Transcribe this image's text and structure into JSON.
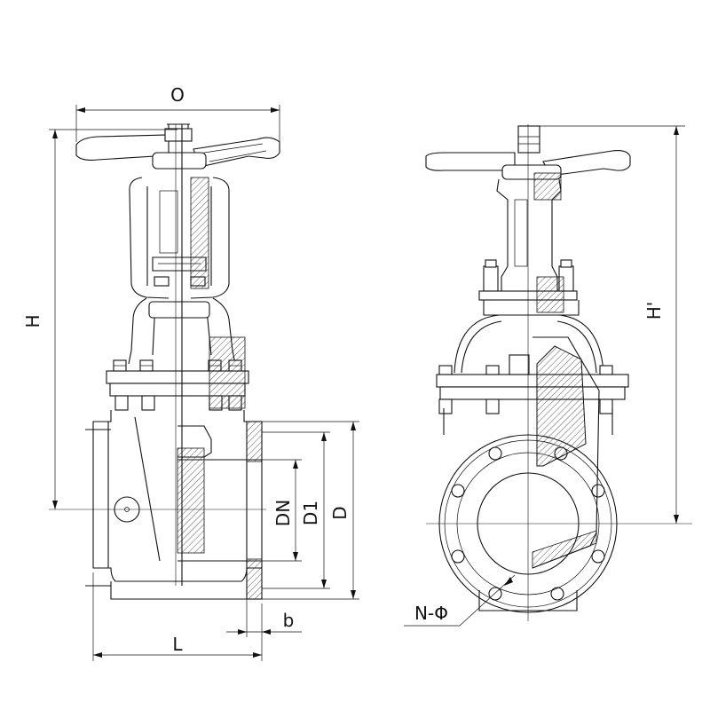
{
  "diagram": {
    "front_view": {
      "dimension_labels": {
        "handwheel_diameter": "O",
        "height": "H",
        "nominal_diameter": "DN",
        "bolt_circle_diameter": "D1",
        "flange_outer_diameter": "D",
        "face_to_face_length": "L",
        "flange_thickness": "b"
      }
    },
    "side_view": {
      "dimension_labels": {
        "height_to_center": "H'",
        "bolt_holes": "N-Φ"
      }
    },
    "colors": {
      "line": "#111111",
      "background": "#ffffff"
    }
  }
}
